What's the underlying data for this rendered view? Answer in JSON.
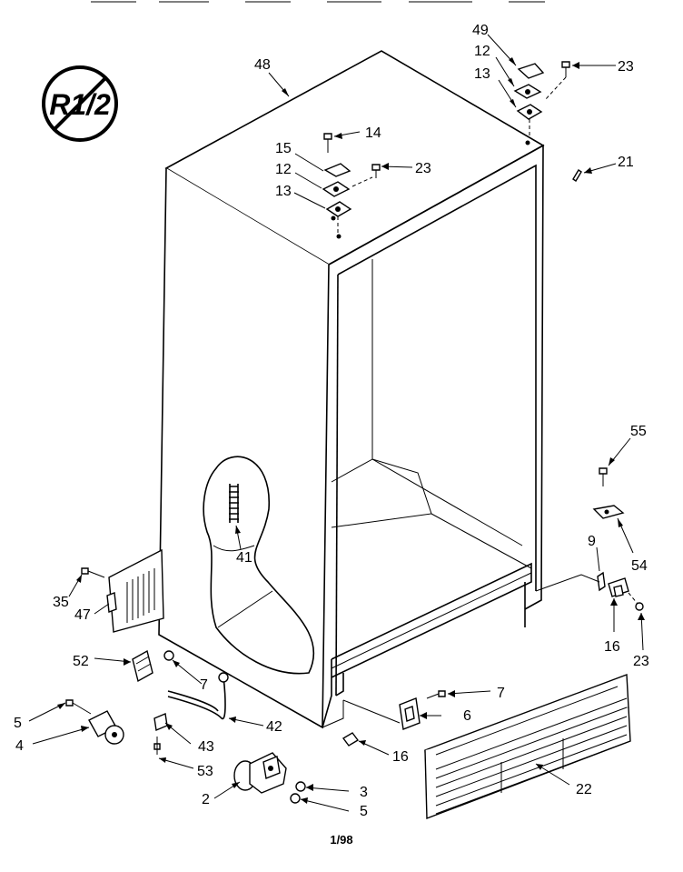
{
  "header": {
    "partial_text": ""
  },
  "badge": {
    "text": "R1/2"
  },
  "footer": {
    "date_code": "1/98"
  },
  "callouts": [
    {
      "label": "48"
    },
    {
      "label": "49"
    },
    {
      "label": "12"
    },
    {
      "label": "13"
    },
    {
      "label": "23"
    },
    {
      "label": "14"
    },
    {
      "label": "15"
    },
    {
      "label": "12"
    },
    {
      "label": "23"
    },
    {
      "label": "13"
    },
    {
      "label": "21"
    },
    {
      "label": "55"
    },
    {
      "label": "54"
    },
    {
      "label": "9"
    },
    {
      "label": "16"
    },
    {
      "label": "23"
    },
    {
      "label": "41"
    },
    {
      "label": "35"
    },
    {
      "label": "47"
    },
    {
      "label": "52"
    },
    {
      "label": "7"
    },
    {
      "label": "5"
    },
    {
      "label": "4"
    },
    {
      "label": "42"
    },
    {
      "label": "43"
    },
    {
      "label": "53"
    },
    {
      "label": "2"
    },
    {
      "label": "3"
    },
    {
      "label": "5"
    },
    {
      "label": "7"
    },
    {
      "label": "6"
    },
    {
      "label": "16"
    },
    {
      "label": "22"
    }
  ]
}
